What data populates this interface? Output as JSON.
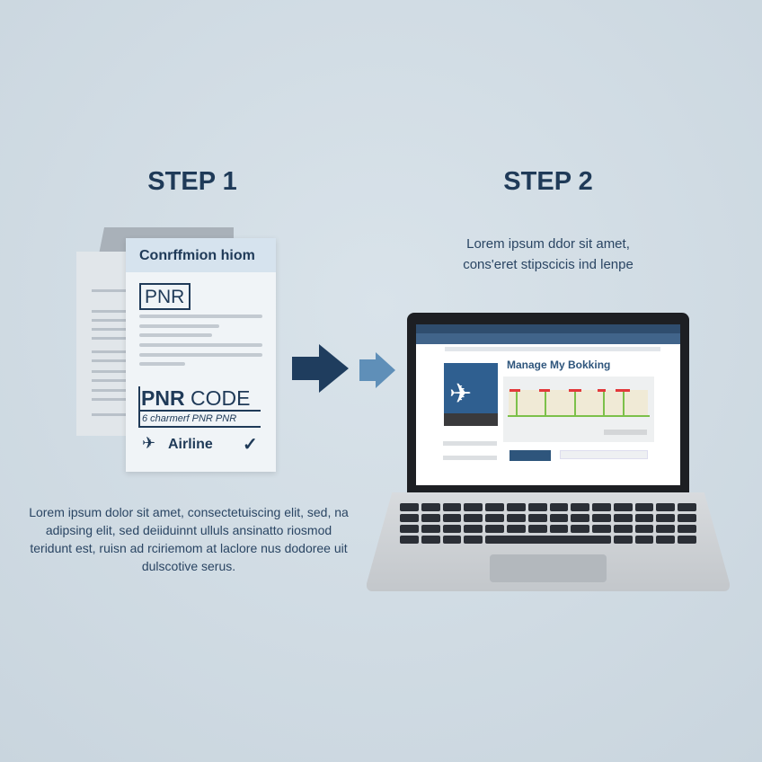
{
  "step1": {
    "title": "STEP 1",
    "document": {
      "header": "Conrffmion hiom",
      "pnr_box": "PNR",
      "pnr_code_bold": "PNR",
      "pnr_code_rest": " CODE",
      "pnr_subtext": "6 charmerf PNR PNR",
      "airline_label": "Airline",
      "airline_icon": "airplane-icon",
      "check_icon": "checkmark-icon"
    },
    "description": "Lorem ipsum dolor sit amet, consectetuiscing elit, sed, na adipsing elit, sed deiiduinnt ulluls ansinatto riosmod teridunt est, ruisn ad rciriemom at laclore nus dodoree uit dulscotive serus."
  },
  "step2": {
    "title": "STEP 2",
    "description": "Lorem ipsum ddor sit amet, cons'eret stipscicis ind lenpe",
    "laptop_screen": {
      "page_title": "Manage My Bokking"
    }
  },
  "colors": {
    "dark_navy": "#1f3a58",
    "arrow_dark": "#1f3d5e",
    "arrow_light": "#5f8fb8",
    "timeline_green": "#7cc04a",
    "marker_red": "#e2393b"
  }
}
